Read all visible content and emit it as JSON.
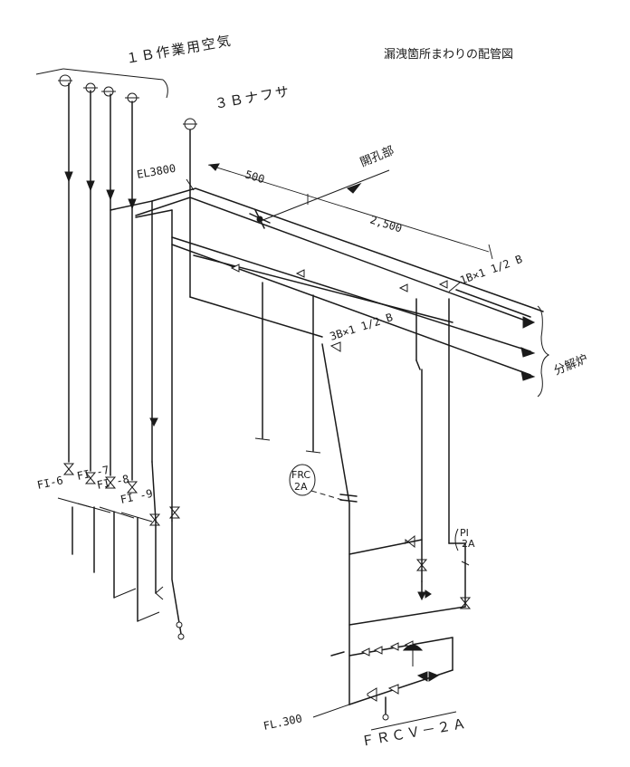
{
  "title": "漏洩箇所まわりの配管図",
  "labels": {
    "air_1b": "１Ｂ作業用空気",
    "naphtha_3b": "３Ｂナフサ",
    "el_3800": "EL3800",
    "opening": "開孔部",
    "dim_500": "500",
    "dim_2500": "2,500",
    "reducer_1b": "1B×1 1/2 B",
    "reducer_3b": "3B×1 1/2 B",
    "furnace": "分解炉",
    "frc_2a": "FRC 2A",
    "pi_2a": "PI 2A",
    "fl_300": "FL.300",
    "frcv_2a": "ＦＲＣＶ－２Ａ",
    "fi_6": "FI-6",
    "fi_7": "FI -7",
    "fi_8": "FI -8",
    "fi_9": "FI -9"
  }
}
